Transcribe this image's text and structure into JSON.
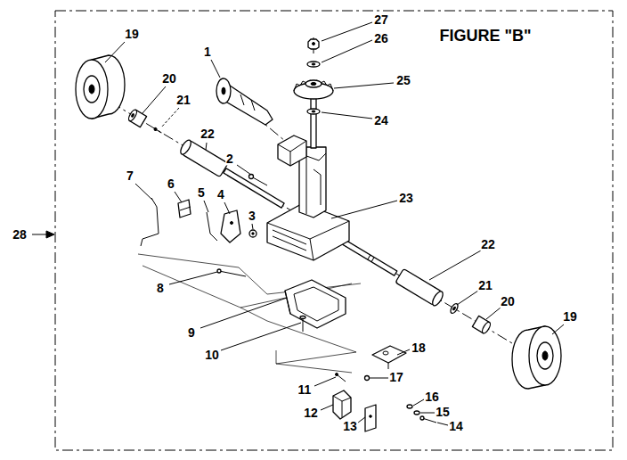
{
  "diagram": {
    "title": "FIGURE \"B\"",
    "labels": [
      "19",
      "20",
      "21",
      "1",
      "27",
      "26",
      "25",
      "24",
      "22",
      "2",
      "23",
      "7",
      "6",
      "5",
      "4",
      "3",
      "8",
      "9",
      "10",
      "11",
      "12",
      "13",
      "22",
      "21",
      "20",
      "19",
      "18",
      "17",
      "16",
      "15",
      "14",
      "28"
    ]
  }
}
